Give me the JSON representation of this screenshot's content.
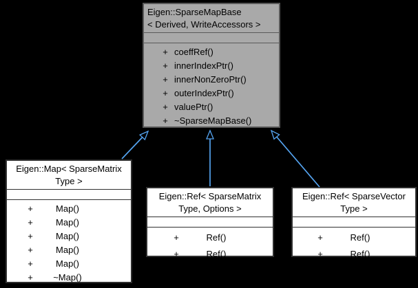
{
  "colors": {
    "bg": "#000000",
    "arrow": "#55a4f1",
    "base-fill": "#a9a9a9",
    "base-border": "#595959",
    "node-fill": "#ffffff",
    "node-border": "#303030",
    "text": "#000000"
  },
  "diagram": {
    "visibility_symbol": "+"
  },
  "classes": {
    "base": {
      "title_line1": "Eigen::SparseMapBase",
      "title_line2": "< Derived, WriteAccessors >",
      "methods": [
        "coeffRef()",
        "innerIndexPtr()",
        "innerNonZeroPtr()",
        "outerIndexPtr()",
        "valuePtr()",
        "~SparseMapBase()"
      ]
    },
    "map": {
      "title_line1": "Eigen::Map< SparseMatrix",
      "title_line2": "Type >",
      "methods": [
        "Map()",
        "Map()",
        "Map()",
        "Map()",
        "Map()",
        "~Map()"
      ]
    },
    "ref_matrix": {
      "title_line1": "Eigen::Ref< SparseMatrix",
      "title_line2": "Type, Options >",
      "methods": [
        "Ref()",
        "Ref()"
      ]
    },
    "ref_vector": {
      "title_line1": "Eigen::Ref< SparseVector",
      "title_line2": "Type >",
      "methods": [
        "Ref()",
        "Ref()"
      ]
    }
  }
}
